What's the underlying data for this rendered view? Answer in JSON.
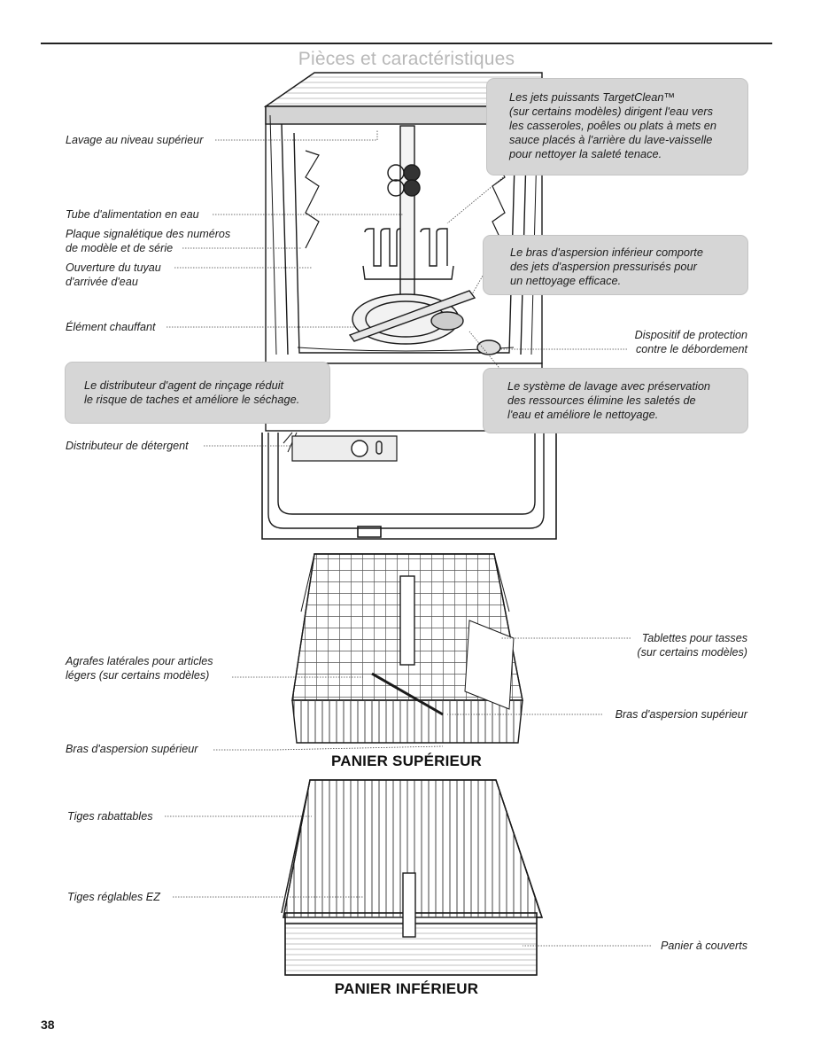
{
  "page": {
    "title": "Pièces et caractéristiques",
    "page_number": "38"
  },
  "dishwasher": {
    "labels": {
      "upper_wash": "Lavage au niveau supérieur",
      "water_feed_tube": "Tube d'alimentation en eau",
      "rating_plate_1": "Plaque signalétique des numéros",
      "rating_plate_2": "de modèle et de série",
      "inlet_opening_1": "Ouverture du tuyau",
      "inlet_opening_2": "d'arrivée d'eau",
      "heating_element": "Élément chauffant",
      "overfill_1": "Dispositif de protection",
      "overfill_2": "contre le débordement",
      "detergent_dispenser": "Distributeur de détergent"
    },
    "callouts": {
      "targetclean": [
        "Les jets puissants TargetClean™",
        "(sur certains modèles) dirigent l'eau vers",
        "les casseroles, poêles ou plats à mets en",
        "sauce placés à l'arrière du lave-vaisselle",
        "pour nettoyer la saleté tenace."
      ],
      "lower_arm": [
        "Le bras d'aspersion inférieur comporte",
        "des jets d'aspersion pressurisés pour",
        "un nettoyage efficace."
      ],
      "rinse_aid": [
        "Le distributeur d'agent de rinçage réduit",
        "le risque de taches et améliore le séchage."
      ],
      "resource_system": [
        "Le système de lavage avec préservation",
        "des ressources élimine les saletés de",
        "l'eau et améliore le nettoyage."
      ]
    }
  },
  "upper_rack": {
    "heading": "PANIER SUPÉRIEUR",
    "labels": {
      "cup_shelves_1": "Tablettes pour tasses",
      "cup_shelves_2": "(sur certains modèles)",
      "side_clips_1": "Agrafes latérales pour articles",
      "side_clips_2": "légers (sur certains modèles)",
      "upper_arm_right": "Bras d'aspersion supérieur",
      "upper_arm_left": "Bras d'aspersion supérieur"
    }
  },
  "lower_rack": {
    "heading": "PANIER INFÉRIEUR",
    "labels": {
      "fold_tines": "Tiges rabattables",
      "ez_tines": "Tiges réglables EZ",
      "silverware_basket": "Panier à couverts"
    }
  }
}
